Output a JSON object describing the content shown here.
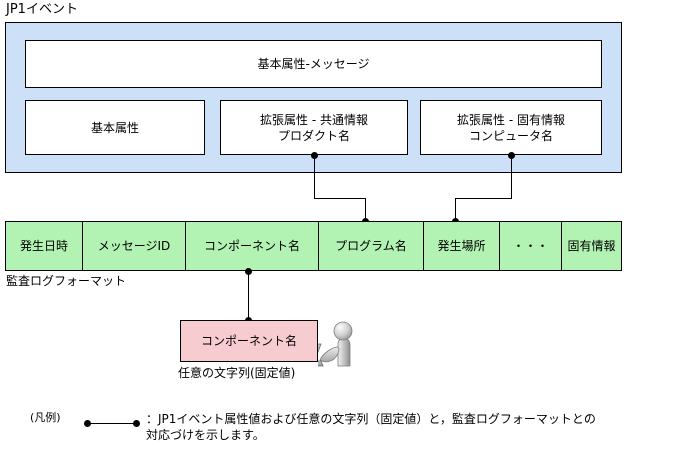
{
  "diagram": {
    "title": "JP1イベント",
    "jp1_event": {
      "message_box": "基本属性-メッセージ",
      "basic_box": "基本属性",
      "ext_common": {
        "line1": "拡張属性 - 共通情報",
        "line2": "プロダクト名"
      },
      "ext_unique": {
        "line1": "拡張属性 - 固有情報",
        "line2": "コンピュータ名"
      },
      "container_color": "#cce0f8"
    },
    "audit_log": {
      "label": "監査ログフォーマット",
      "row_color": "#b2f2b2",
      "columns": [
        {
          "label": "発生日時",
          "width": 77
        },
        {
          "label": "メッセージID",
          "width": 103
        },
        {
          "label": "コンポーネント名",
          "width": 133
        },
        {
          "label": "プログラム名",
          "width": 105
        },
        {
          "label": "発生場所",
          "width": 76
        },
        {
          "label": "・・・",
          "width": 62
        },
        {
          "label": "固有情報",
          "width": 59
        }
      ]
    },
    "fixed_value": {
      "box_label": "コンポーネント名",
      "caption": "任意の文字列(固定値)",
      "box_color": "#f7ccd1",
      "figure": "person-at-laptop-icon"
    },
    "legend": {
      "label": "(凡例)",
      "symbol": "dot-line-dot",
      "text_line1": "：JP1イベント属性値および任意の文字列（固定値）と，監査ログフォーマットとの",
      "text_line2": "対応づけを示します。"
    }
  }
}
